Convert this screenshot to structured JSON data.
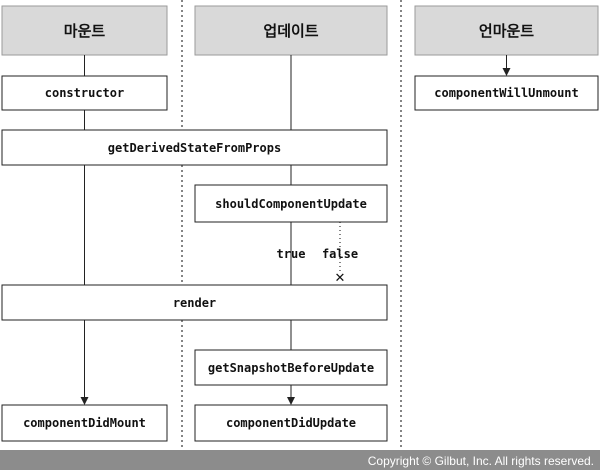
{
  "columns": {
    "mount": {
      "title": "마운트"
    },
    "update": {
      "title": "업데이트"
    },
    "unmount": {
      "title": "언마운트"
    }
  },
  "methods": {
    "constructor": "constructor",
    "get_derived_state_from_props": "getDerivedStateFromProps",
    "should_component_update": "shouldComponentUpdate",
    "render": "render",
    "get_snapshot_before_update": "getSnapshotBeforeUpdate",
    "component_did_mount": "componentDidMount",
    "component_did_update": "componentDidUpdate",
    "component_will_unmount": "componentWillUnmount"
  },
  "branches": {
    "true_label": "true",
    "false_label": "false"
  },
  "colors": {
    "header_fill": "#d9d9d9",
    "footer_fill": "#8c8c8c",
    "stroke": "#222222"
  },
  "footer": {
    "copyright": "Copyright © Gilbut, Inc. All rights reserved."
  }
}
